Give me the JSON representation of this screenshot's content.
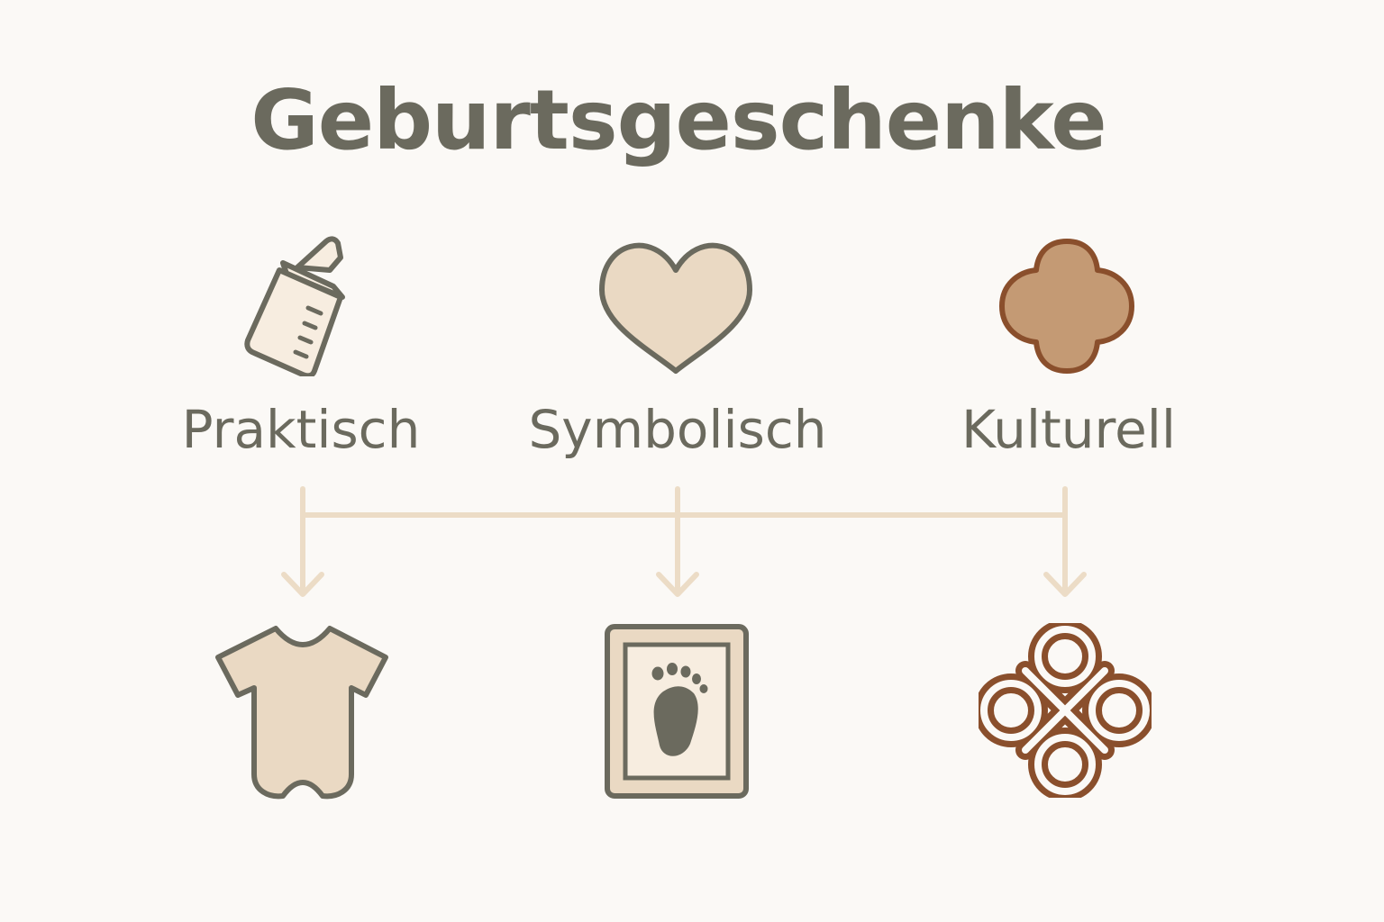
{
  "title": "Geburtsgeschenke",
  "categories": [
    {
      "label": "Praktisch",
      "icon": "baby-bottle-icon",
      "gift_icon": "baby-bodysuit-icon"
    },
    {
      "label": "Symbolisch",
      "icon": "heart-icon",
      "gift_icon": "framed-footprint-icon"
    },
    {
      "label": "Kulturell",
      "icon": "quatrefoil-icon",
      "gift_icon": "endless-knot-icon"
    }
  ],
  "colors": {
    "background": "#fbf9f6",
    "text": "#6b6a5e",
    "outline": "#6b6a5e",
    "beige_fill": "#ead9c3",
    "light_fill": "#f7ede0",
    "connector": "#ecdcc6",
    "brown_fill": "#c49a74",
    "brown_stroke": "#8a4f2c"
  }
}
